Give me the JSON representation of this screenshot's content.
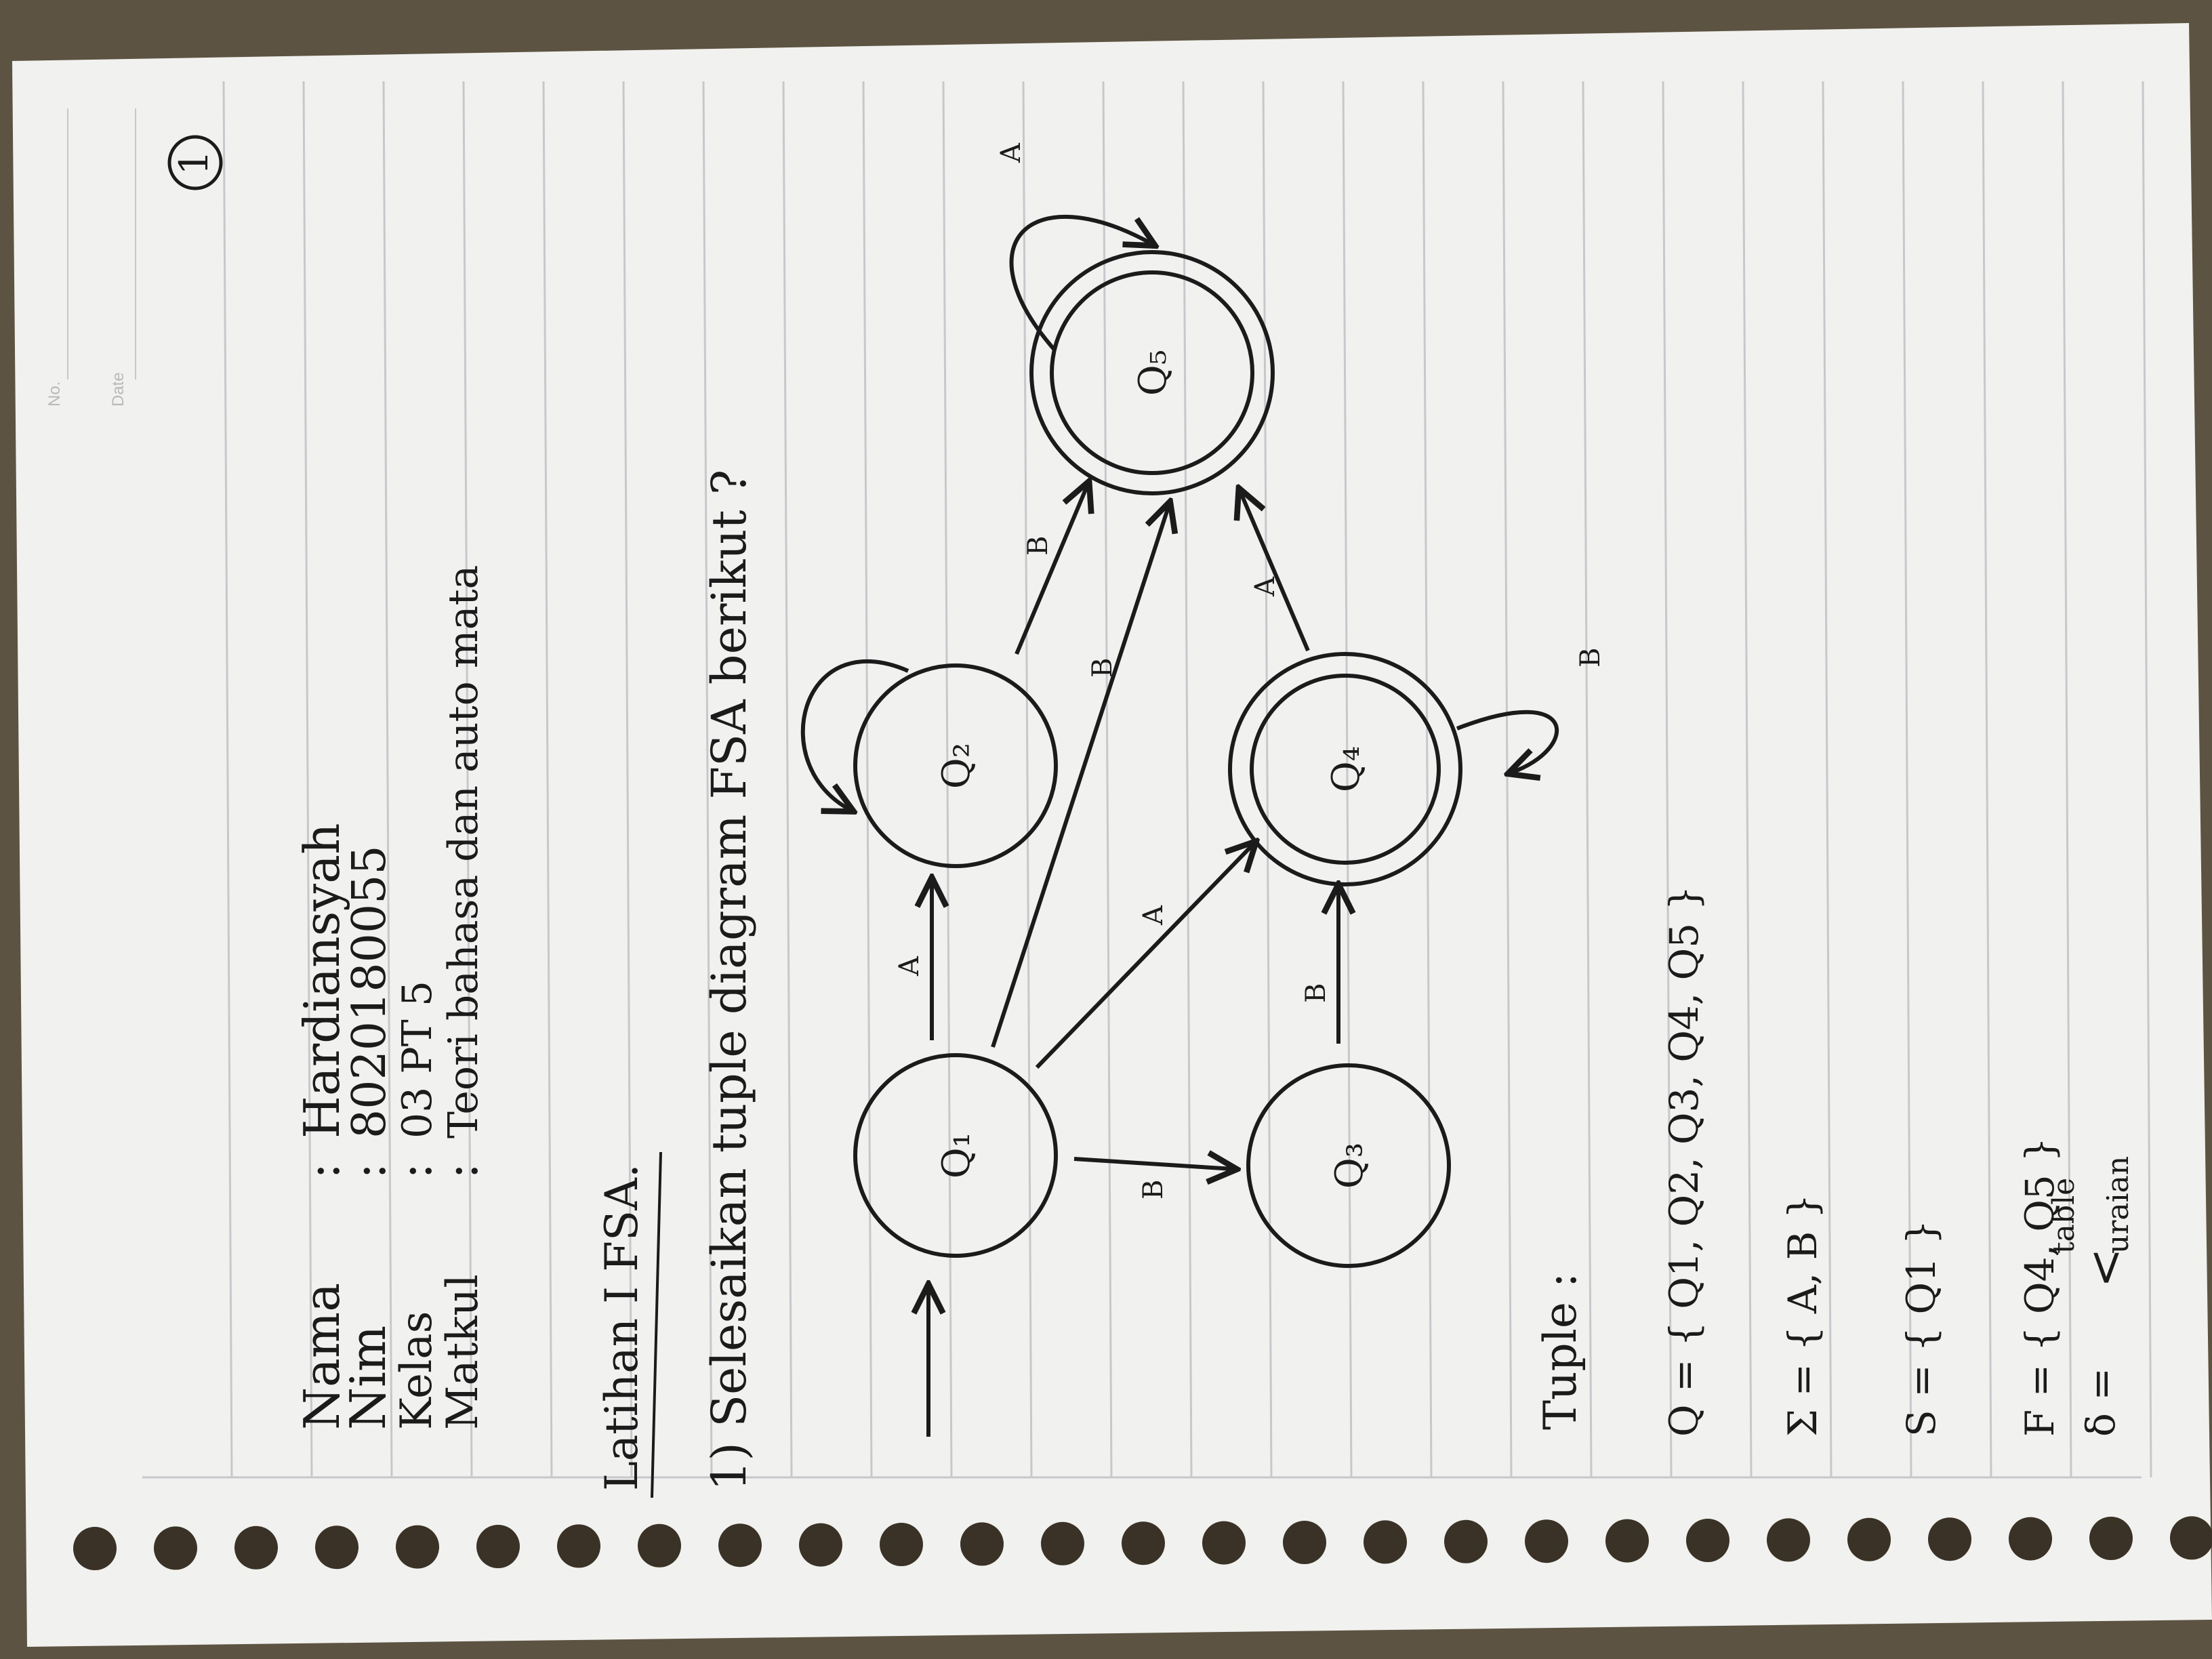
{
  "header": {
    "no_label": "No.",
    "date_label": "Date",
    "page_number": "1"
  },
  "identity": [
    {
      "label": "Nama",
      "value": "Hardiansyah"
    },
    {
      "label": "Nim",
      "value": "8020180055"
    },
    {
      "label": "Kelas",
      "value": "03 PT 5"
    },
    {
      "label": "Matkul",
      "value": "Teori bahasa dan auto mata"
    }
  ],
  "exercise": {
    "title": "Latihan I FSA.",
    "question": "1) Selesaikan tuple diagram FSA berikut ?"
  },
  "fsa": {
    "states": [
      "Q1",
      "Q2",
      "Q3",
      "Q4",
      "Q5"
    ],
    "start_state": "Q1",
    "final_states": [
      "Q4",
      "Q5"
    ],
    "transitions": [
      {
        "from": "Q1",
        "to": "Q2",
        "symbol": "A"
      },
      {
        "from": "Q1",
        "to": "Q3",
        "symbol": "B"
      },
      {
        "from": "Q1",
        "to": "Q4",
        "symbol": "A"
      },
      {
        "from": "Q1",
        "to": "Q5",
        "symbol": "B"
      },
      {
        "from": "Q2",
        "to": "Q2",
        "symbol": ""
      },
      {
        "from": "Q2",
        "to": "Q5",
        "symbol": "B"
      },
      {
        "from": "Q3",
        "to": "Q4",
        "symbol": "B"
      },
      {
        "from": "Q4",
        "to": "Q4",
        "symbol": "B"
      },
      {
        "from": "Q4",
        "to": "Q5",
        "symbol": "A"
      },
      {
        "from": "Q5",
        "to": "Q5",
        "symbol": "A"
      }
    ]
  },
  "tuple": {
    "heading": "Tuple :",
    "Q": "Q = { Q1, Q2, Q3, Q4, Q5 }",
    "Sigma": "Σ = { A, B }",
    "S": "S = { Q1 }",
    "F": "F = { Q4, Q5 }",
    "delta_prefix": "δ =",
    "delta_options": [
      "table",
      "uraian"
    ]
  },
  "colors": {
    "paper": "#f1f1ef",
    "ink": "#1b1b1b",
    "rule_line": "#c7c8cc",
    "background": "#5d5342"
  }
}
